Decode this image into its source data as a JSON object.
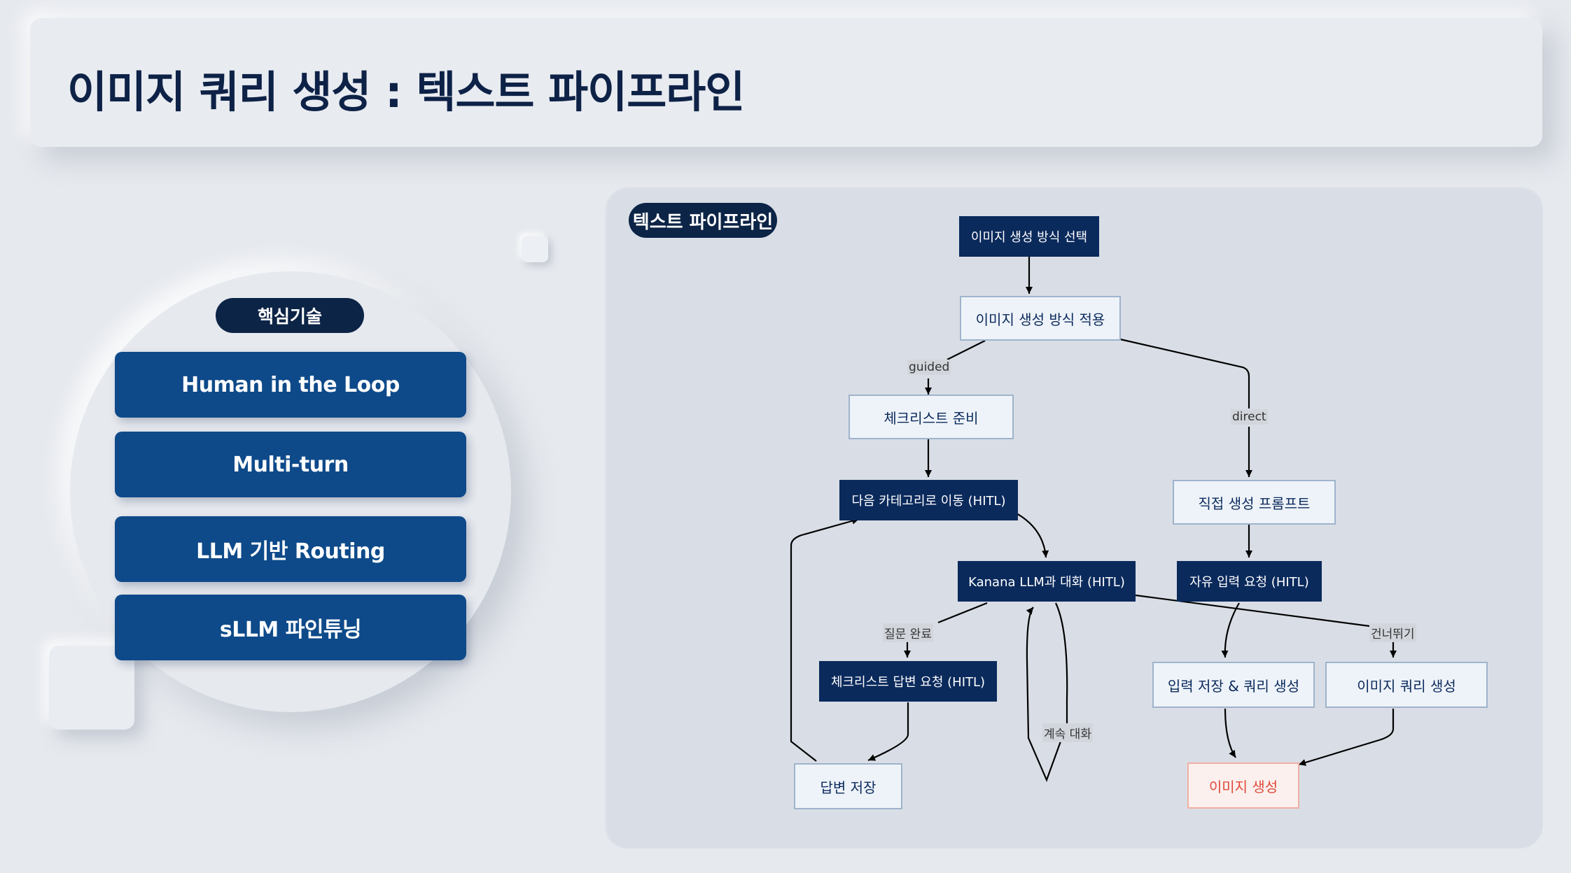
{
  "page_title": "이미지 쿼리 생성 : 텍스트 파이프라인",
  "core_tech": {
    "label": "핵심기술",
    "items": [
      "Human in the Loop",
      "Multi-turn",
      "LLM 기반 Routing",
      "sLLM 파인튜닝"
    ]
  },
  "pipeline": {
    "label": "텍스트 파이프라인",
    "nodes": {
      "select_method": "이미지 생성 방식 선택",
      "apply_method": "이미지 생성 방식 적용",
      "prepare_checklist": "체크리스트 준비",
      "next_category": "다음 카테고리로 이동 (HITL)",
      "direct_prompt": "직접 생성 프롬프트",
      "kanana_chat": "Kanana LLM과 대화 (HITL)",
      "free_input": "자유 입력 요청 (HITL)",
      "checklist_answer": "체크리스트 답변 요청 (HITL)",
      "save_input_query": "입력 저장 & 쿼리 생성",
      "image_query": "이미지 쿼리 생성",
      "save_answer": "답변 저장",
      "generate_image": "이미지 생성"
    },
    "edge_labels": {
      "guided": "guided",
      "direct": "direct",
      "question_done": "질문 완료",
      "continue_chat": "계속 대화",
      "skip": "건너뛰기"
    }
  },
  "colors": {
    "dark_node": "#0b2a5c",
    "button": "#0e4a8a",
    "highlight_text": "#e04a3a"
  }
}
